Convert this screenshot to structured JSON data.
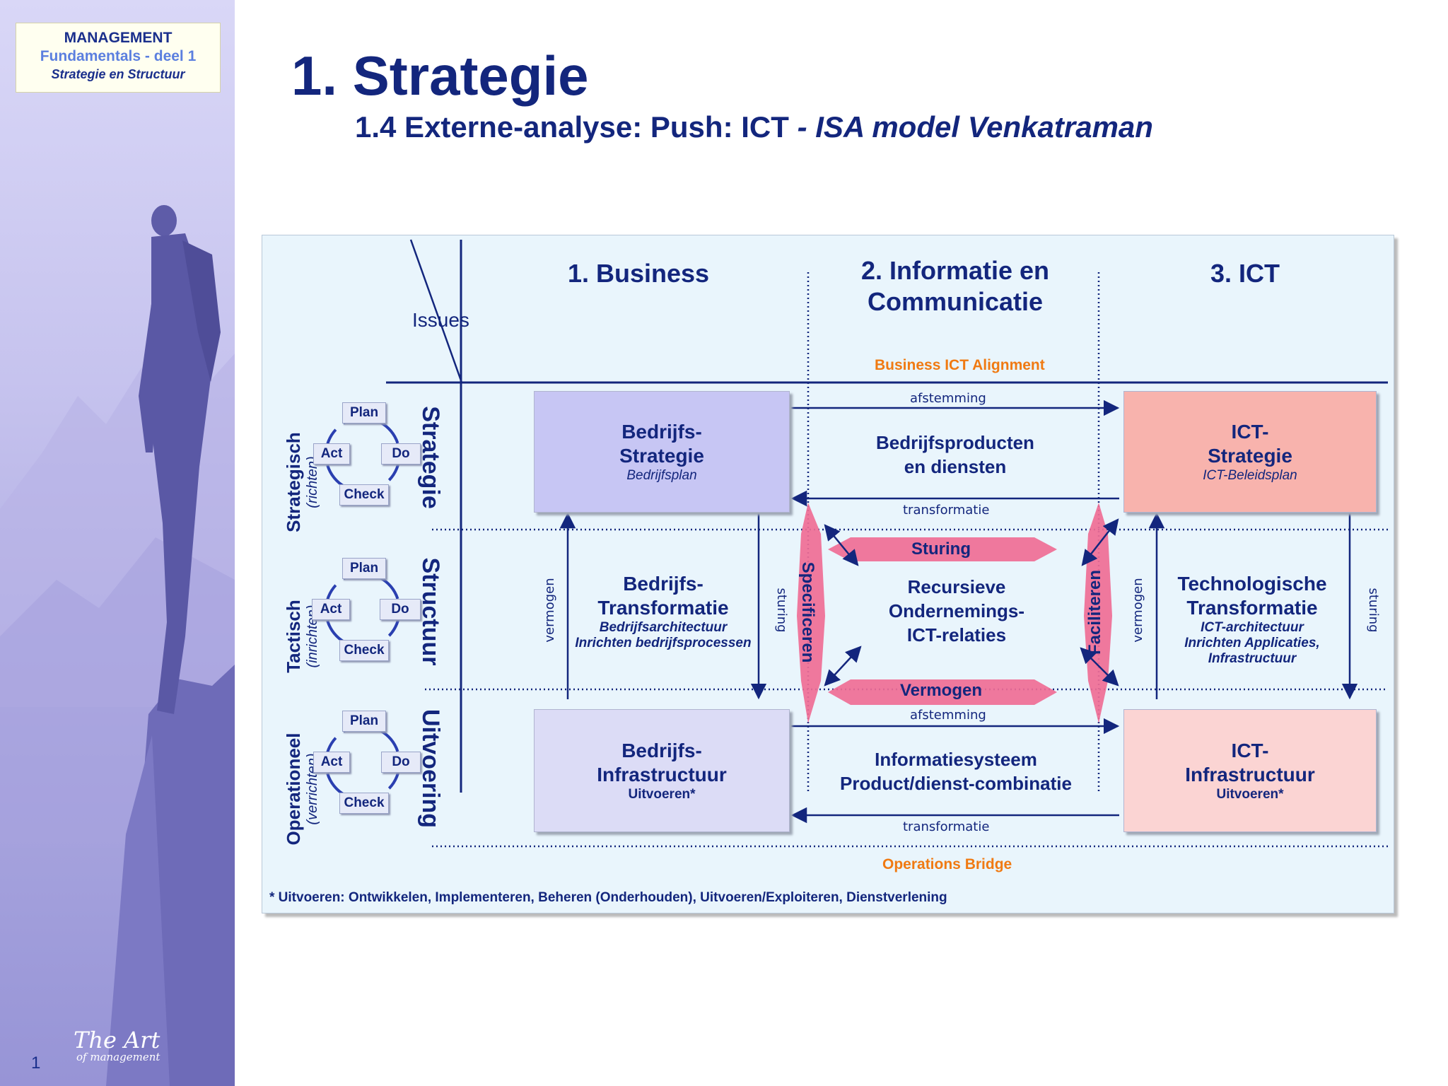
{
  "badge": {
    "line1": "MANAGEMENT",
    "line2": "Fundamentals - deel 1",
    "line3": "Strategie en Structuur"
  },
  "page_number": "1",
  "logo": {
    "line1": "The Art",
    "line2": "of management"
  },
  "title": "1. Strategie",
  "subtitle": {
    "main": "1.4 Externe-analyse: Push: ICT ",
    "italic": " - ISA model Venkatraman"
  },
  "diagram": {
    "issues_label": "Issues",
    "columns": [
      "1. Business",
      "2. Informatie en Communicatie",
      "3. ICT"
    ],
    "alignment_label": "Business ICT Alignment",
    "operations_label": "Operations Bridge",
    "levels": [
      {
        "name": "Strategisch",
        "sub": "(richten)",
        "row": "Strategie"
      },
      {
        "name": "Tactisch",
        "sub": "(inrichten)",
        "row": "Structuur"
      },
      {
        "name": "Operationeel",
        "sub": "(verrichten)",
        "row": "Uitvoering"
      }
    ],
    "pdca": {
      "plan": "Plan",
      "do": "Do",
      "check": "Check",
      "act": "Act"
    },
    "boxes": {
      "bs": {
        "title1": "Bedrijfs-",
        "title2": "Strategie",
        "sub": "Bedrijfsplan"
      },
      "is": {
        "title1": "ICT-",
        "title2": "Strategie",
        "sub": "ICT-Beleidsplan"
      },
      "bi": {
        "title1": "Bedrijfs-",
        "title2": "Infrastructuur",
        "sub": "Uitvoeren*"
      },
      "ii": {
        "title1": "ICT-",
        "title2": "Infrastructuur",
        "sub": "Uitvoeren*"
      }
    },
    "middle": {
      "bt": {
        "title1": "Bedrijfs-",
        "title2": "Transformatie",
        "sub1": "Bedrijfsarchitectuur",
        "sub2": "Inrichten bedrijfsprocessen"
      },
      "tt": {
        "title1": "Technologische",
        "title2": "Transformatie",
        "sub1": "ICT-architectuur",
        "sub2": "Inrichten Applicaties, Infrastructuur"
      },
      "products": {
        "line1": "Bedrijfsproducten",
        "line2": "en diensten"
      },
      "recursive": {
        "line1": "Recursieve",
        "line2": "Ondernemings-",
        "line3": "ICT-relaties"
      },
      "system": {
        "line1": "Informatiesysteem",
        "line2": "Product/dienst-combinatie"
      }
    },
    "arrows": {
      "afstemming": "afstemming",
      "transformatie": "transformatie",
      "vermogen": "vermogen",
      "sturing": "sturing"
    },
    "pink": {
      "sturing": "Sturing",
      "vermogen": "Vermogen",
      "specificeren": "Specificeren",
      "faciliteren": "Faciliteren"
    },
    "footnote": "* Uitvoeren: Ontwikkelen, Implementeren, Beheren (Onderhouden), Uitvoeren/Exploiteren,  Dienstverlening"
  },
  "colors": {
    "navy": "#13267d",
    "orange": "#f07a12",
    "pink": "#ef6c95",
    "business_strategy": "#c7c6f4",
    "ict_strategy": "#f8b3ad",
    "business_infra": "#dcdcf6",
    "ict_infra": "#fbd4d3"
  }
}
